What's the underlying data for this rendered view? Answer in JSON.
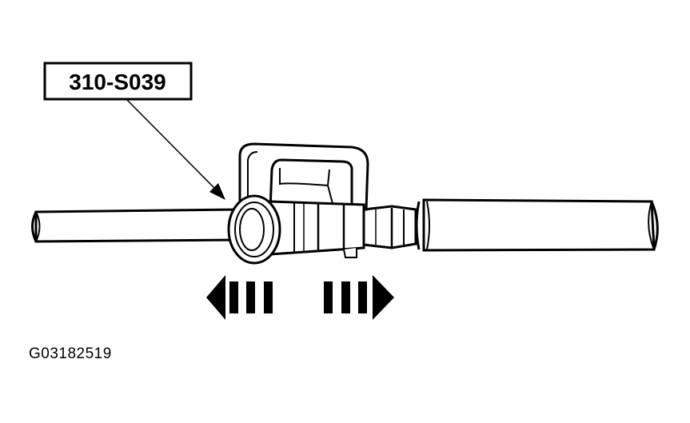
{
  "tool_callout": {
    "label": "310-S039"
  },
  "figure_id": "G03182519",
  "colors": {
    "line": "#000000",
    "background": "#ffffff"
  },
  "arrows": {
    "left": "left-arrow",
    "right": "right-arrow"
  }
}
